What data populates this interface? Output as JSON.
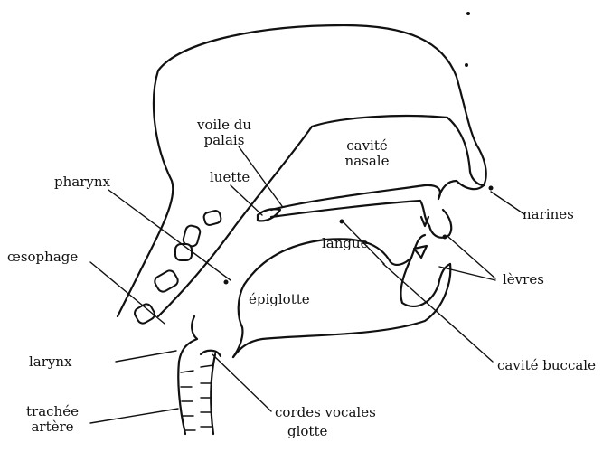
{
  "labels": {
    "voile_du_palais": [
      "voile du",
      "palais"
    ],
    "cavite_nasale": [
      "cavité",
      "nasale"
    ],
    "luette": "luette",
    "pharynx": "pharynx",
    "narines": "narines",
    "oesophage": "œsophage",
    "langue": "langue",
    "levres": "lèvres",
    "epiglotte": "épiglotte",
    "cavite_buccale": "cavité buccale",
    "larynx": "larynx",
    "cordes_vocales": "cordes vocales",
    "glotte": "glotte",
    "trachee_artere": [
      "trachée",
      "artère"
    ]
  }
}
